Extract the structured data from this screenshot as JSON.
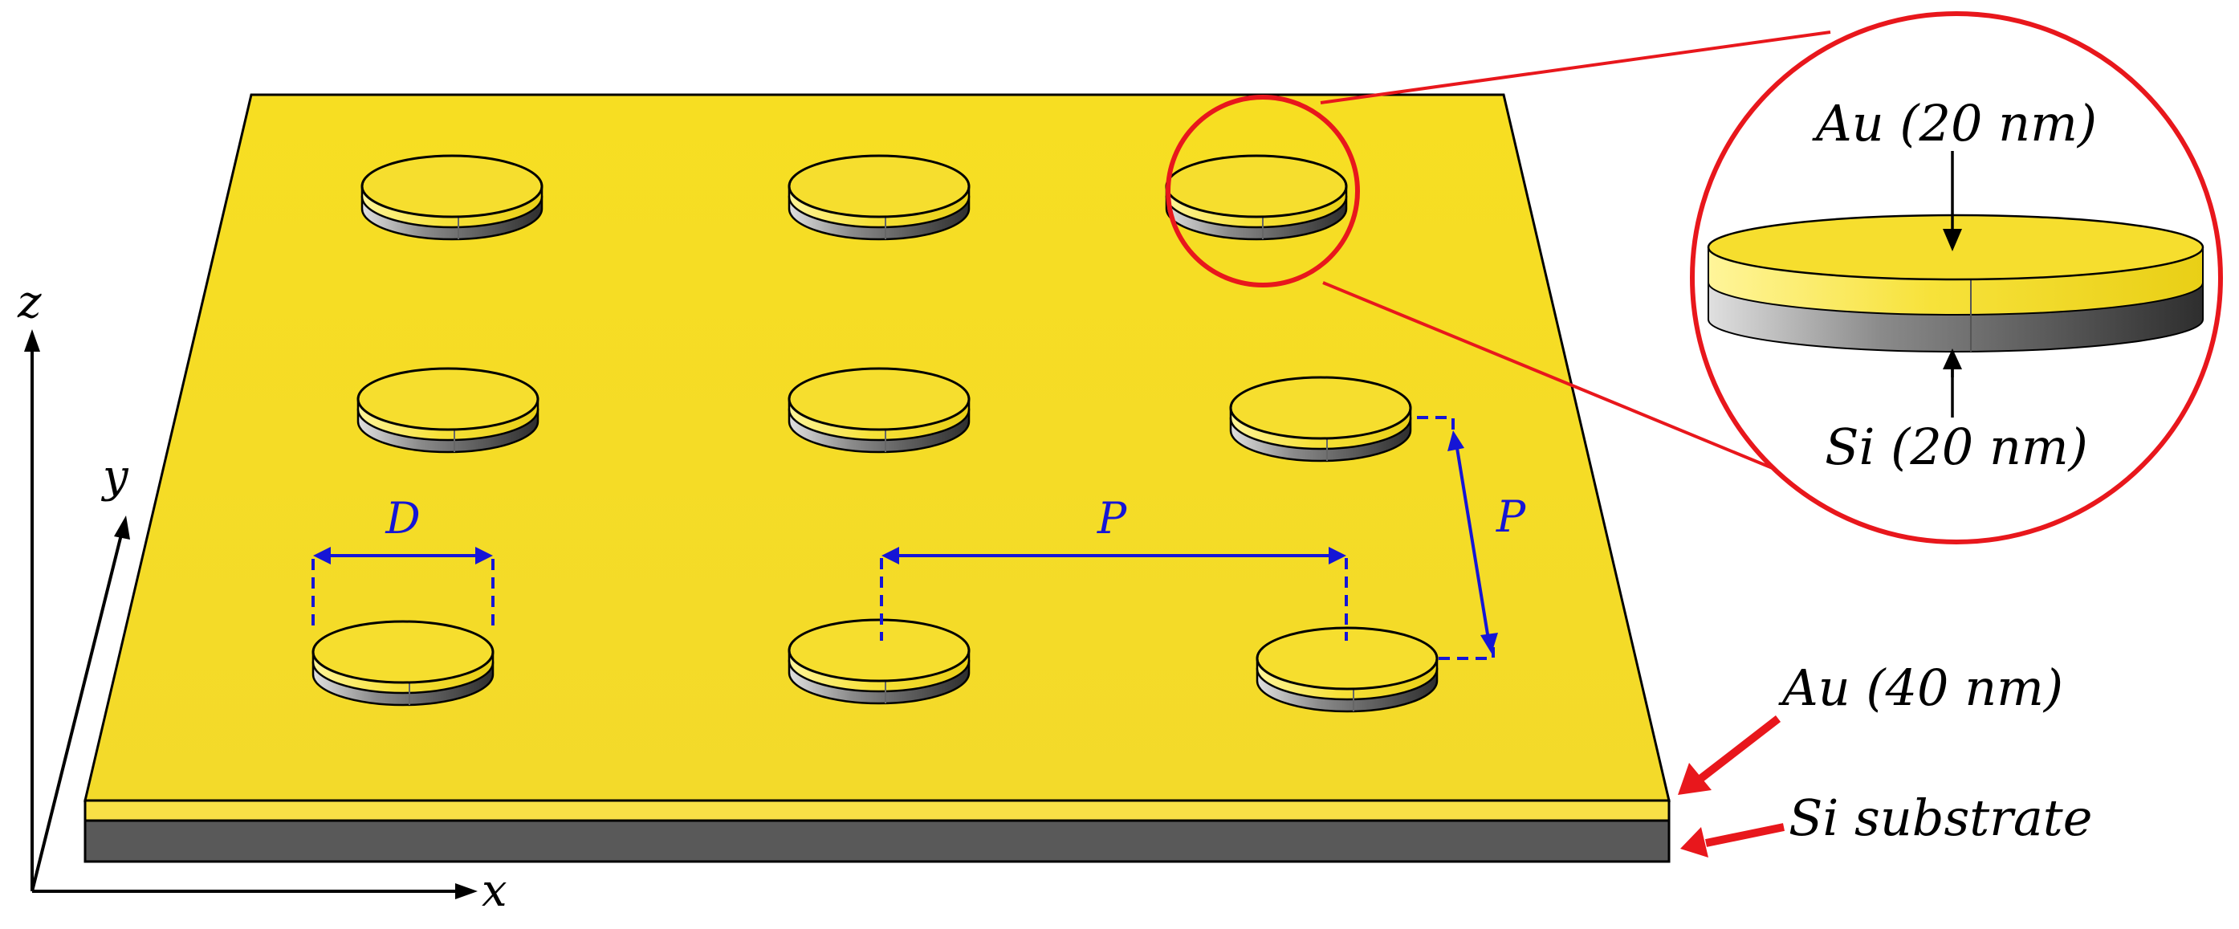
{
  "labels": {
    "axis_x": "x",
    "axis_y": "y",
    "axis_z": "z",
    "diameter": "D",
    "period_x": "P",
    "period_y": "P",
    "inset_top": "Au (20 nm)",
    "inset_bottom": "Si (20 nm)",
    "layer_au": "Au (40 nm)",
    "layer_si": "Si substrate"
  },
  "colors": {
    "gold": "#F5DC28",
    "gold_highlight": "#FFF59A",
    "silicon": "#4A4A4A",
    "silicon_light": "#CFCFCF",
    "callout": "#E8171C",
    "dimension": "#1515D6",
    "outline": "#000000"
  },
  "disks": [
    {
      "row": 1,
      "col": 1
    },
    {
      "row": 1,
      "col": 2
    },
    {
      "row": 1,
      "col": 3
    },
    {
      "row": 2,
      "col": 1
    },
    {
      "row": 2,
      "col": 2
    },
    {
      "row": 2,
      "col": 3
    },
    {
      "row": 3,
      "col": 1
    },
    {
      "row": 3,
      "col": 2
    },
    {
      "row": 3,
      "col": 3
    }
  ],
  "highlighted_disk": {
    "row": 1,
    "col": 3
  }
}
